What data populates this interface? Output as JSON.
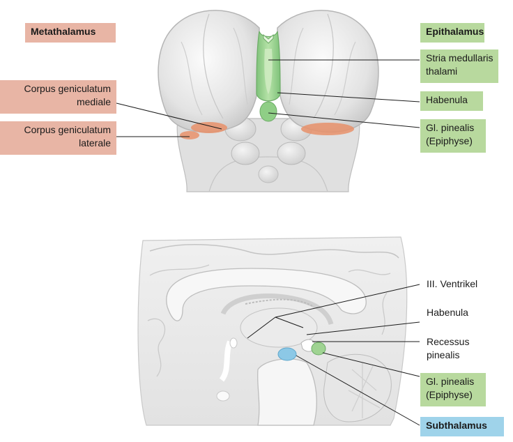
{
  "top_view": {
    "category_left": "Metathalamus",
    "category_right": "Epithalamus",
    "left_labels": [
      {
        "line1": "Corpus geniculatum",
        "line2": "mediale"
      },
      {
        "line1": "Corpus geniculatum",
        "line2": "laterale"
      }
    ],
    "right_labels": [
      {
        "line1": "Stria medullaris",
        "line2": "thalami"
      },
      {
        "line1": "Habenula",
        "line2": ""
      },
      {
        "line1": "Gl. pinealis",
        "line2": "(Epiphyse)"
      }
    ]
  },
  "sagittal_view": {
    "labels": [
      {
        "line1": "III. Ventrikel",
        "line2": ""
      },
      {
        "line1": "Habenula",
        "line2": ""
      },
      {
        "line1": "Recessus",
        "line2": "pinealis"
      }
    ],
    "pineal_label": {
      "line1": "Gl. pinealis",
      "line2": "(Epiphyse)"
    },
    "category_bottom": "Subthalamus"
  },
  "colors": {
    "metathalamus": "#e8b5a5",
    "epithalamus": "#b8d99e",
    "subthalamus": "#9fd3ea",
    "brain_tissue": "#ececec",
    "brain_outline": "#c9c9c9",
    "geniculate": "#e8906a",
    "epithalamus_structure": "#8fce86",
    "subthalamus_structure": "#8cc8e6"
  }
}
